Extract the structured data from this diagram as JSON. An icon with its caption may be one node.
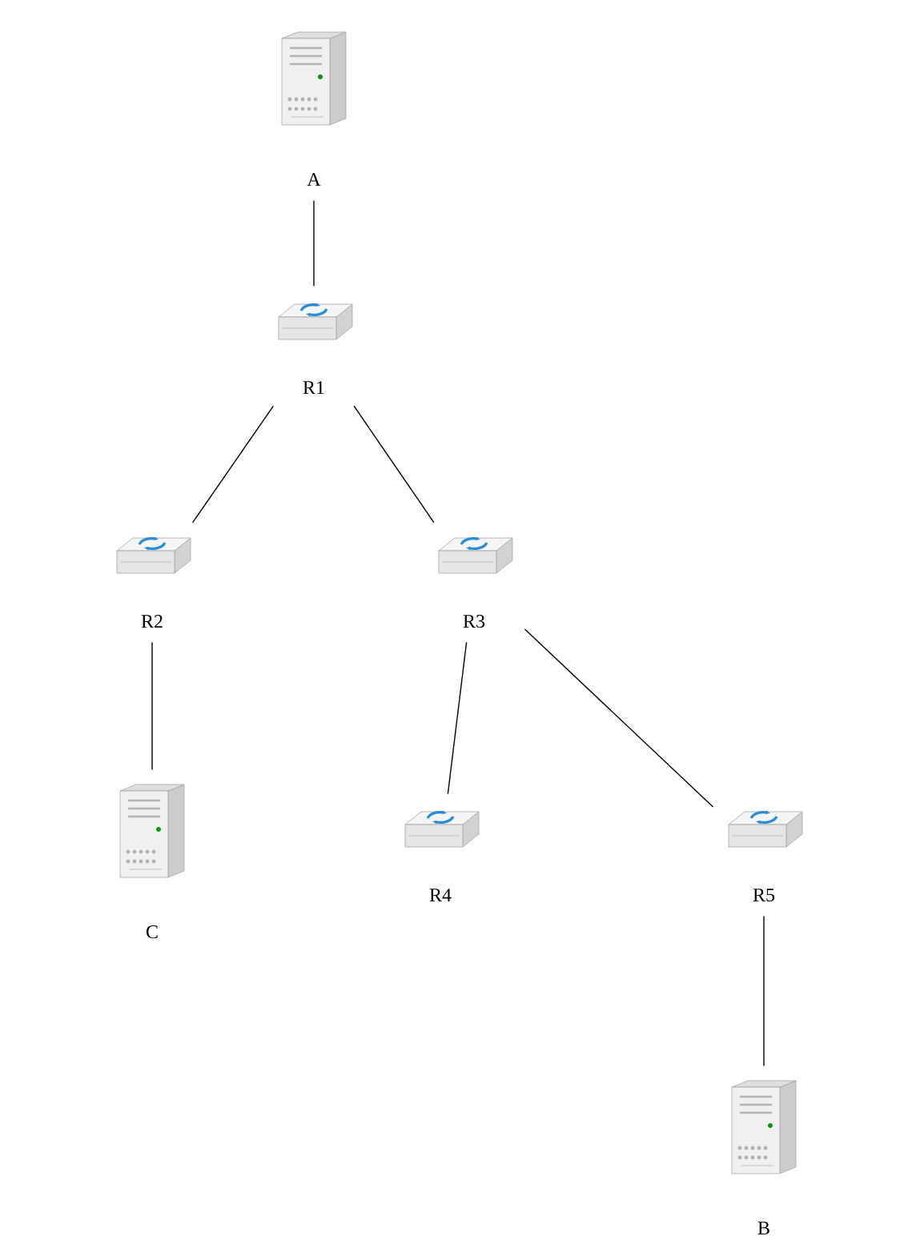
{
  "diagram": {
    "nodes": [
      {
        "text": [
          "A"
        ]
      },
      {
        "text": [
          "R1"
        ]
      },
      {
        "text": [
          "R2"
        ]
      },
      {
        "text": [
          "R3"
        ]
      },
      {
        "text": [
          "C"
        ]
      },
      {
        "text": [
          "R4"
        ]
      },
      {
        "text": [
          "R5"
        ]
      },
      {
        "text": [
          "B"
        ]
      }
    ],
    "edges": [
      {
        "from": 0,
        "to": 1,
        "arrow": "none"
      },
      {
        "from": 1,
        "to": 2,
        "arrow": "none"
      },
      {
        "from": 1,
        "to": 3,
        "arrow": "none"
      },
      {
        "from": 2,
        "to": 4,
        "arrow": "none"
      },
      {
        "from": 3,
        "to": 5,
        "arrow": "none"
      },
      {
        "from": 3,
        "to": 6,
        "arrow": "none"
      },
      {
        "from": 6,
        "to": 7,
        "arrow": "none"
      }
    ]
  }
}
